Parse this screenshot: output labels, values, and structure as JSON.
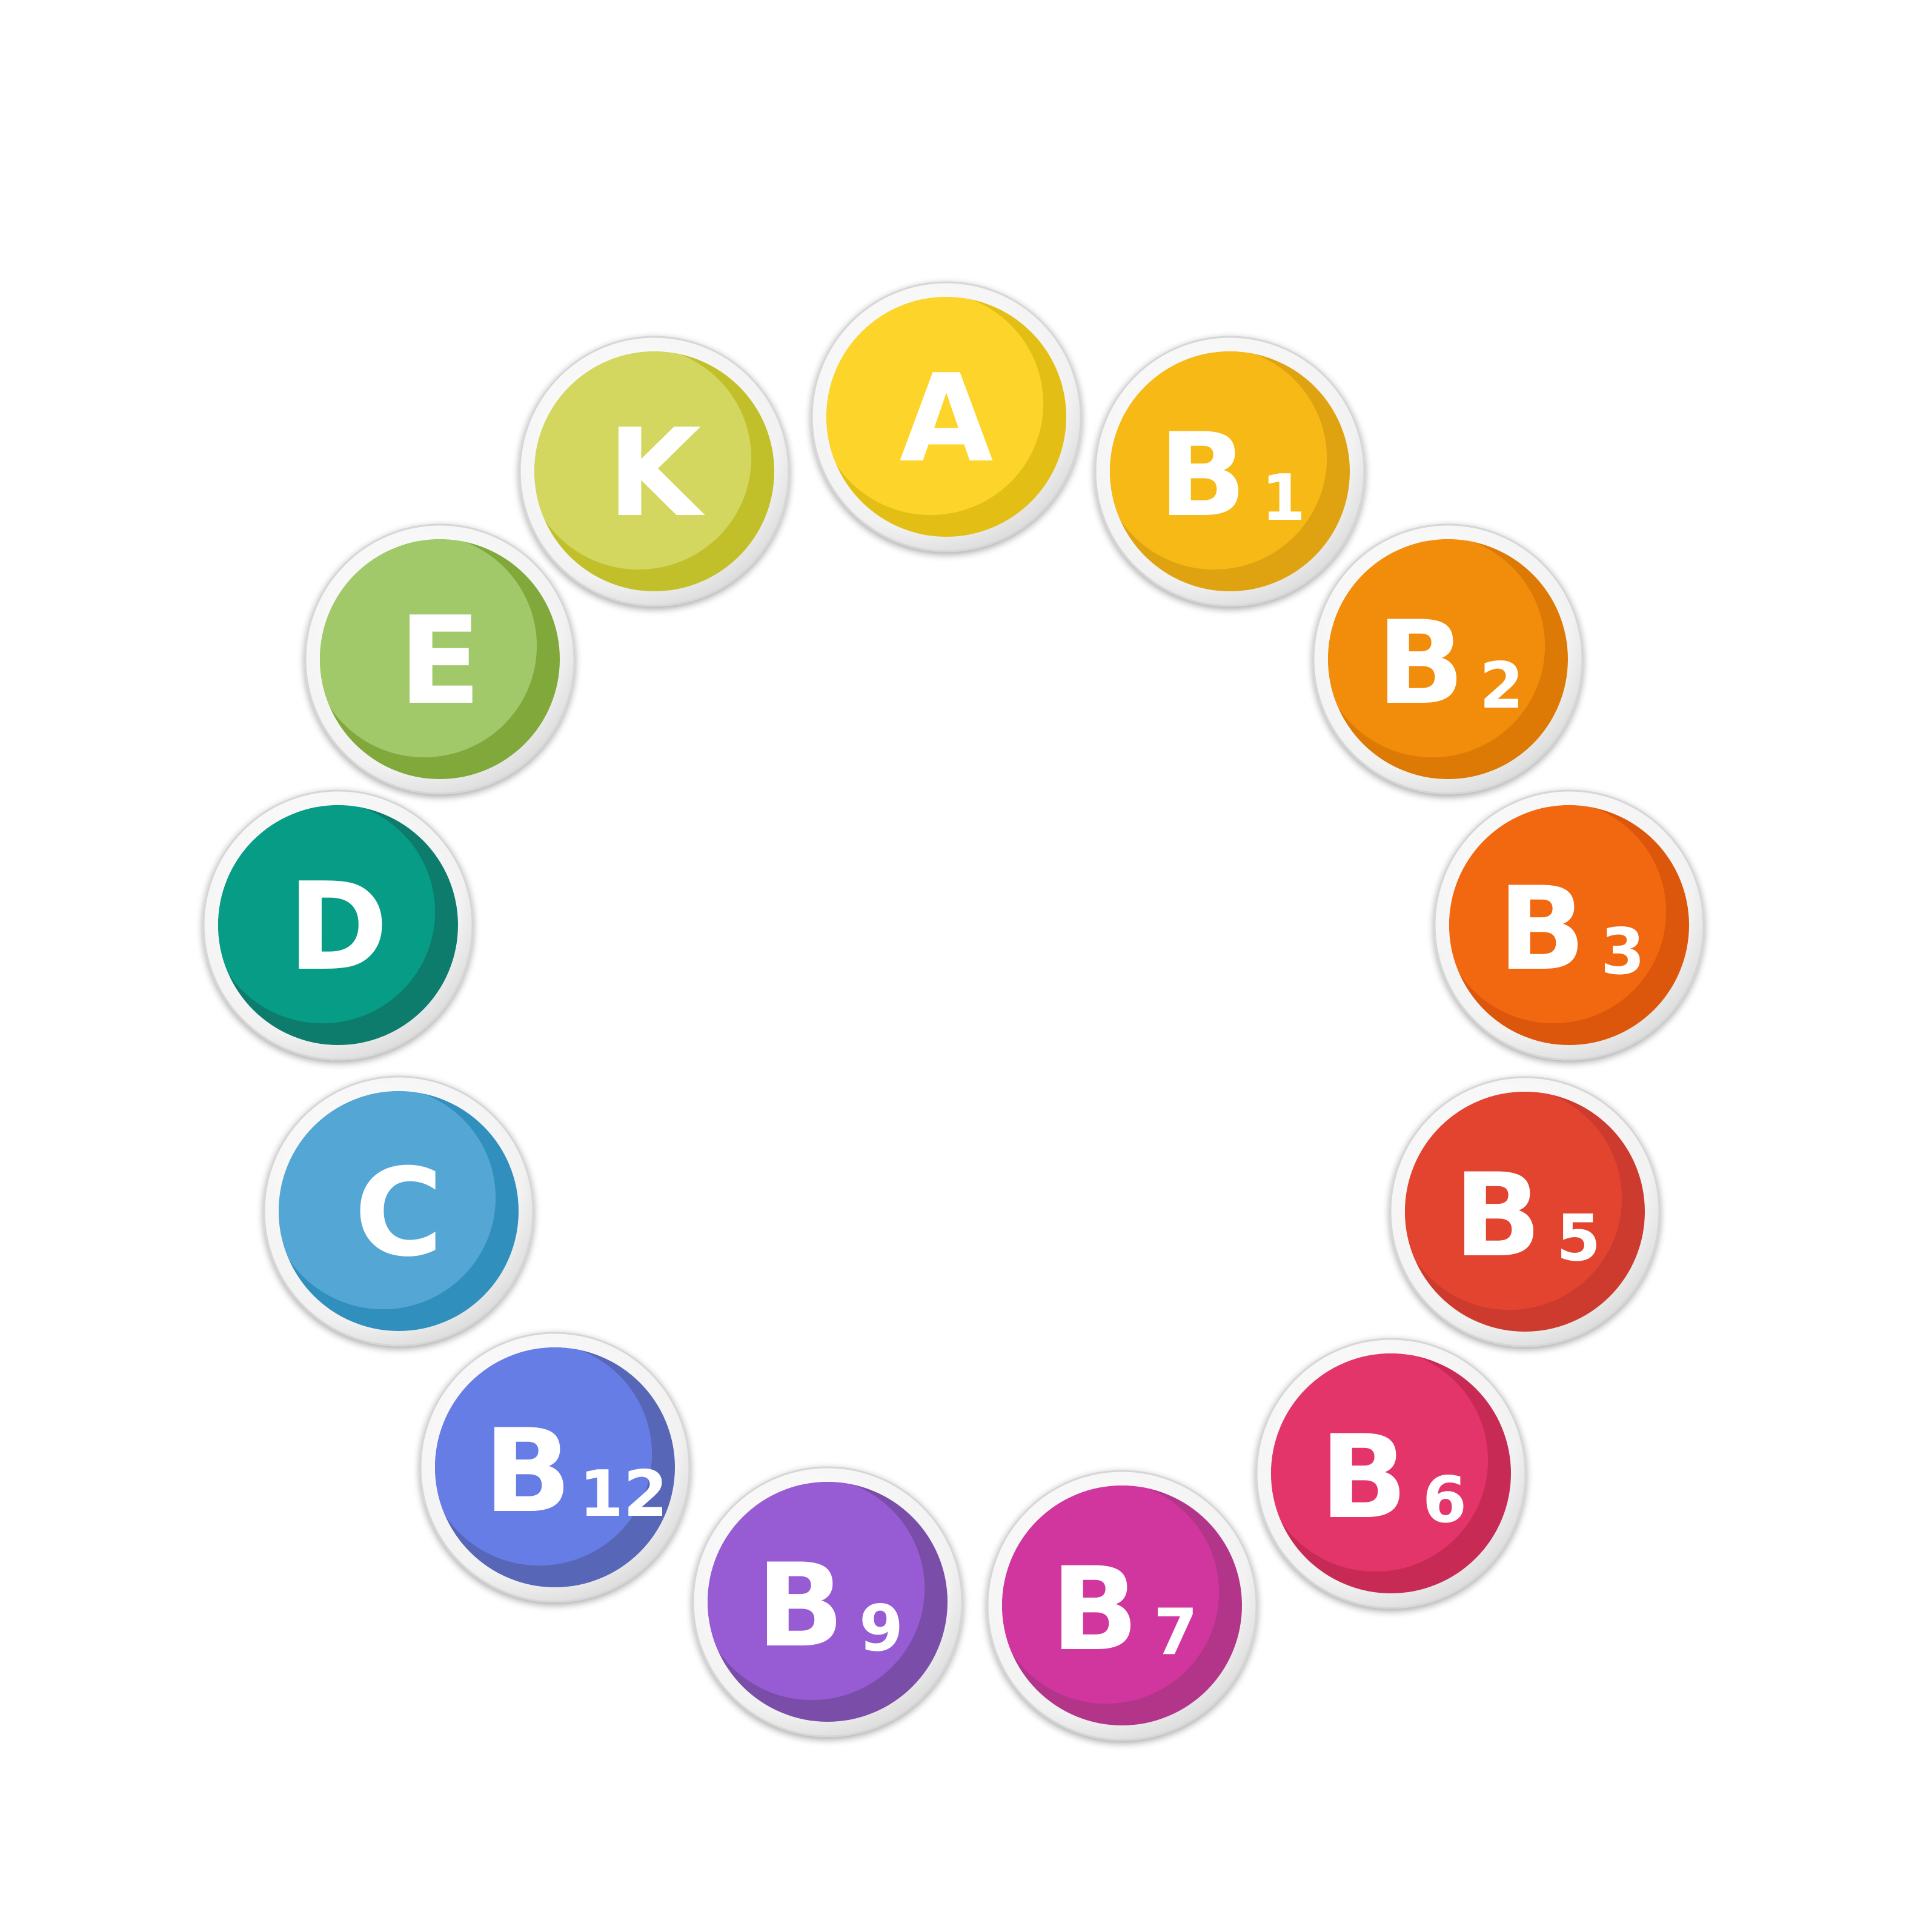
{
  "vitamins": [
    {
      "letter": "A",
      "sub": "",
      "base": "#fdd52a",
      "shade": "#e3bf15"
    },
    {
      "letter": "B",
      "sub": "1",
      "base": "#f6b916",
      "shade": "#dfa211"
    },
    {
      "letter": "B",
      "sub": "2",
      "base": "#f28d0c",
      "shade": "#dc7a05"
    },
    {
      "letter": "B",
      "sub": "3",
      "base": "#f16810",
      "shade": "#dc570c"
    },
    {
      "letter": "B",
      "sub": "5",
      "base": "#e34430",
      "shade": "#cc3b2e"
    },
    {
      "letter": "B",
      "sub": "6",
      "base": "#e4356a",
      "shade": "#c72a55"
    },
    {
      "letter": "B",
      "sub": "7",
      "base": "#d0369d",
      "shade": "#b2358a"
    },
    {
      "letter": "B",
      "sub": "9",
      "base": "#975cd4",
      "shade": "#7a4ea8"
    },
    {
      "letter": "B",
      "sub": "12",
      "base": "#677de6",
      "shade": "#5766b6"
    },
    {
      "letter": "C",
      "sub": "",
      "base": "#54a6d4",
      "shade": "#318fbd"
    },
    {
      "letter": "D",
      "sub": "",
      "base": "#079c86",
      "shade": "#0e7c6c"
    },
    {
      "letter": "E",
      "sub": "",
      "base": "#a1c869",
      "shade": "#80a83b"
    },
    {
      "letter": "K",
      "sub": "",
      "base": "#d3d75f",
      "shade": "#c1c02b"
    }
  ]
}
